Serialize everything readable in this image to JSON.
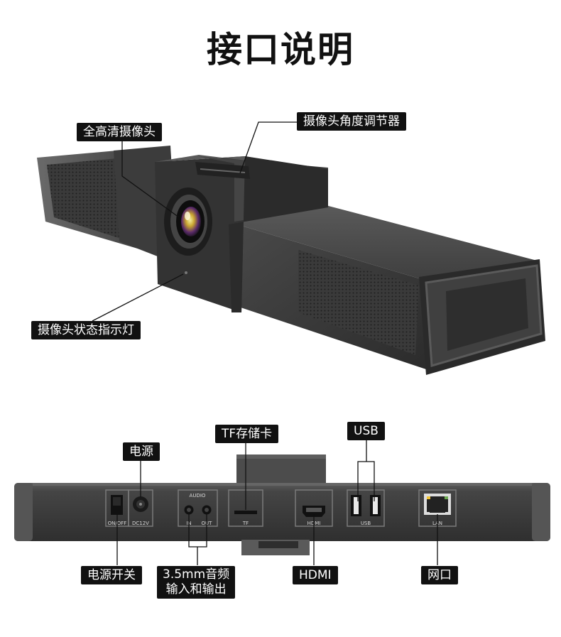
{
  "page_title": "接口说明",
  "top_labels": {
    "hd_camera": "全高清摄像头",
    "angle_adjuster": "摄像头角度调节器",
    "status_light": "摄像头状态指示灯"
  },
  "bottom_labels": {
    "power": "电源",
    "tf_card": "TF存储卡",
    "usb": "USB",
    "power_switch": "电源开关",
    "audio_line1": "3.5mm音频",
    "audio_line2": "输入和输出",
    "hdmi": "HDMI",
    "lan_port": "网口"
  },
  "device_ports": {
    "switch": "ON/OFF",
    "dc": "DC12V",
    "audio_header": "AUDIO",
    "audio_in": "IN",
    "audio_out": "OUT",
    "tf": "TF",
    "hdmi": "HDMI",
    "usb": "USB",
    "lan": "LAN"
  },
  "colors": {
    "body_dark": "#3a3a3a",
    "body_mid": "#4b4b4b",
    "label_bg": "#111111"
  }
}
